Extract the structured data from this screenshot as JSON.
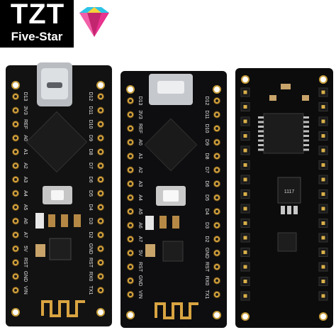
{
  "brand": {
    "name": "TZT",
    "tagline": "Five-Star",
    "colors": {
      "logo_bg": "#000000",
      "logo_text": "#ffffff",
      "gem_pink": "#e8338f",
      "gem_cyan": "#2bc3e6",
      "gem_yellow": "#f4d23c"
    }
  },
  "boards": {
    "board_a": {
      "left_pins": [
        "D13",
        "3V3",
        "REF",
        "A0",
        "A1",
        "A2",
        "A3",
        "A4",
        "A5",
        "A6",
        "A7",
        "5V",
        "RST",
        "GND",
        "VIN"
      ],
      "right_pins": [
        "D12",
        "D11",
        "D10",
        "D9",
        "D8",
        "D7",
        "D6",
        "D5",
        "D4",
        "D3",
        "D2",
        "GND",
        "RST",
        "RX0",
        "TX1"
      ]
    },
    "board_b": {
      "left_pins": [
        "D13",
        "3V3",
        "REF",
        "A0",
        "A1",
        "A2",
        "A3",
        "A4",
        "A5",
        "A6",
        "A7",
        "5V",
        "RST",
        "GND",
        "VIN"
      ],
      "right_pins": [
        "D12",
        "D11",
        "D10",
        "D9",
        "D8",
        "D7",
        "D6",
        "D5",
        "D4",
        "D3",
        "D2",
        "GND",
        "RST",
        "RX0",
        "TX1"
      ]
    },
    "board_c": {
      "ic_marking": "1117"
    }
  }
}
